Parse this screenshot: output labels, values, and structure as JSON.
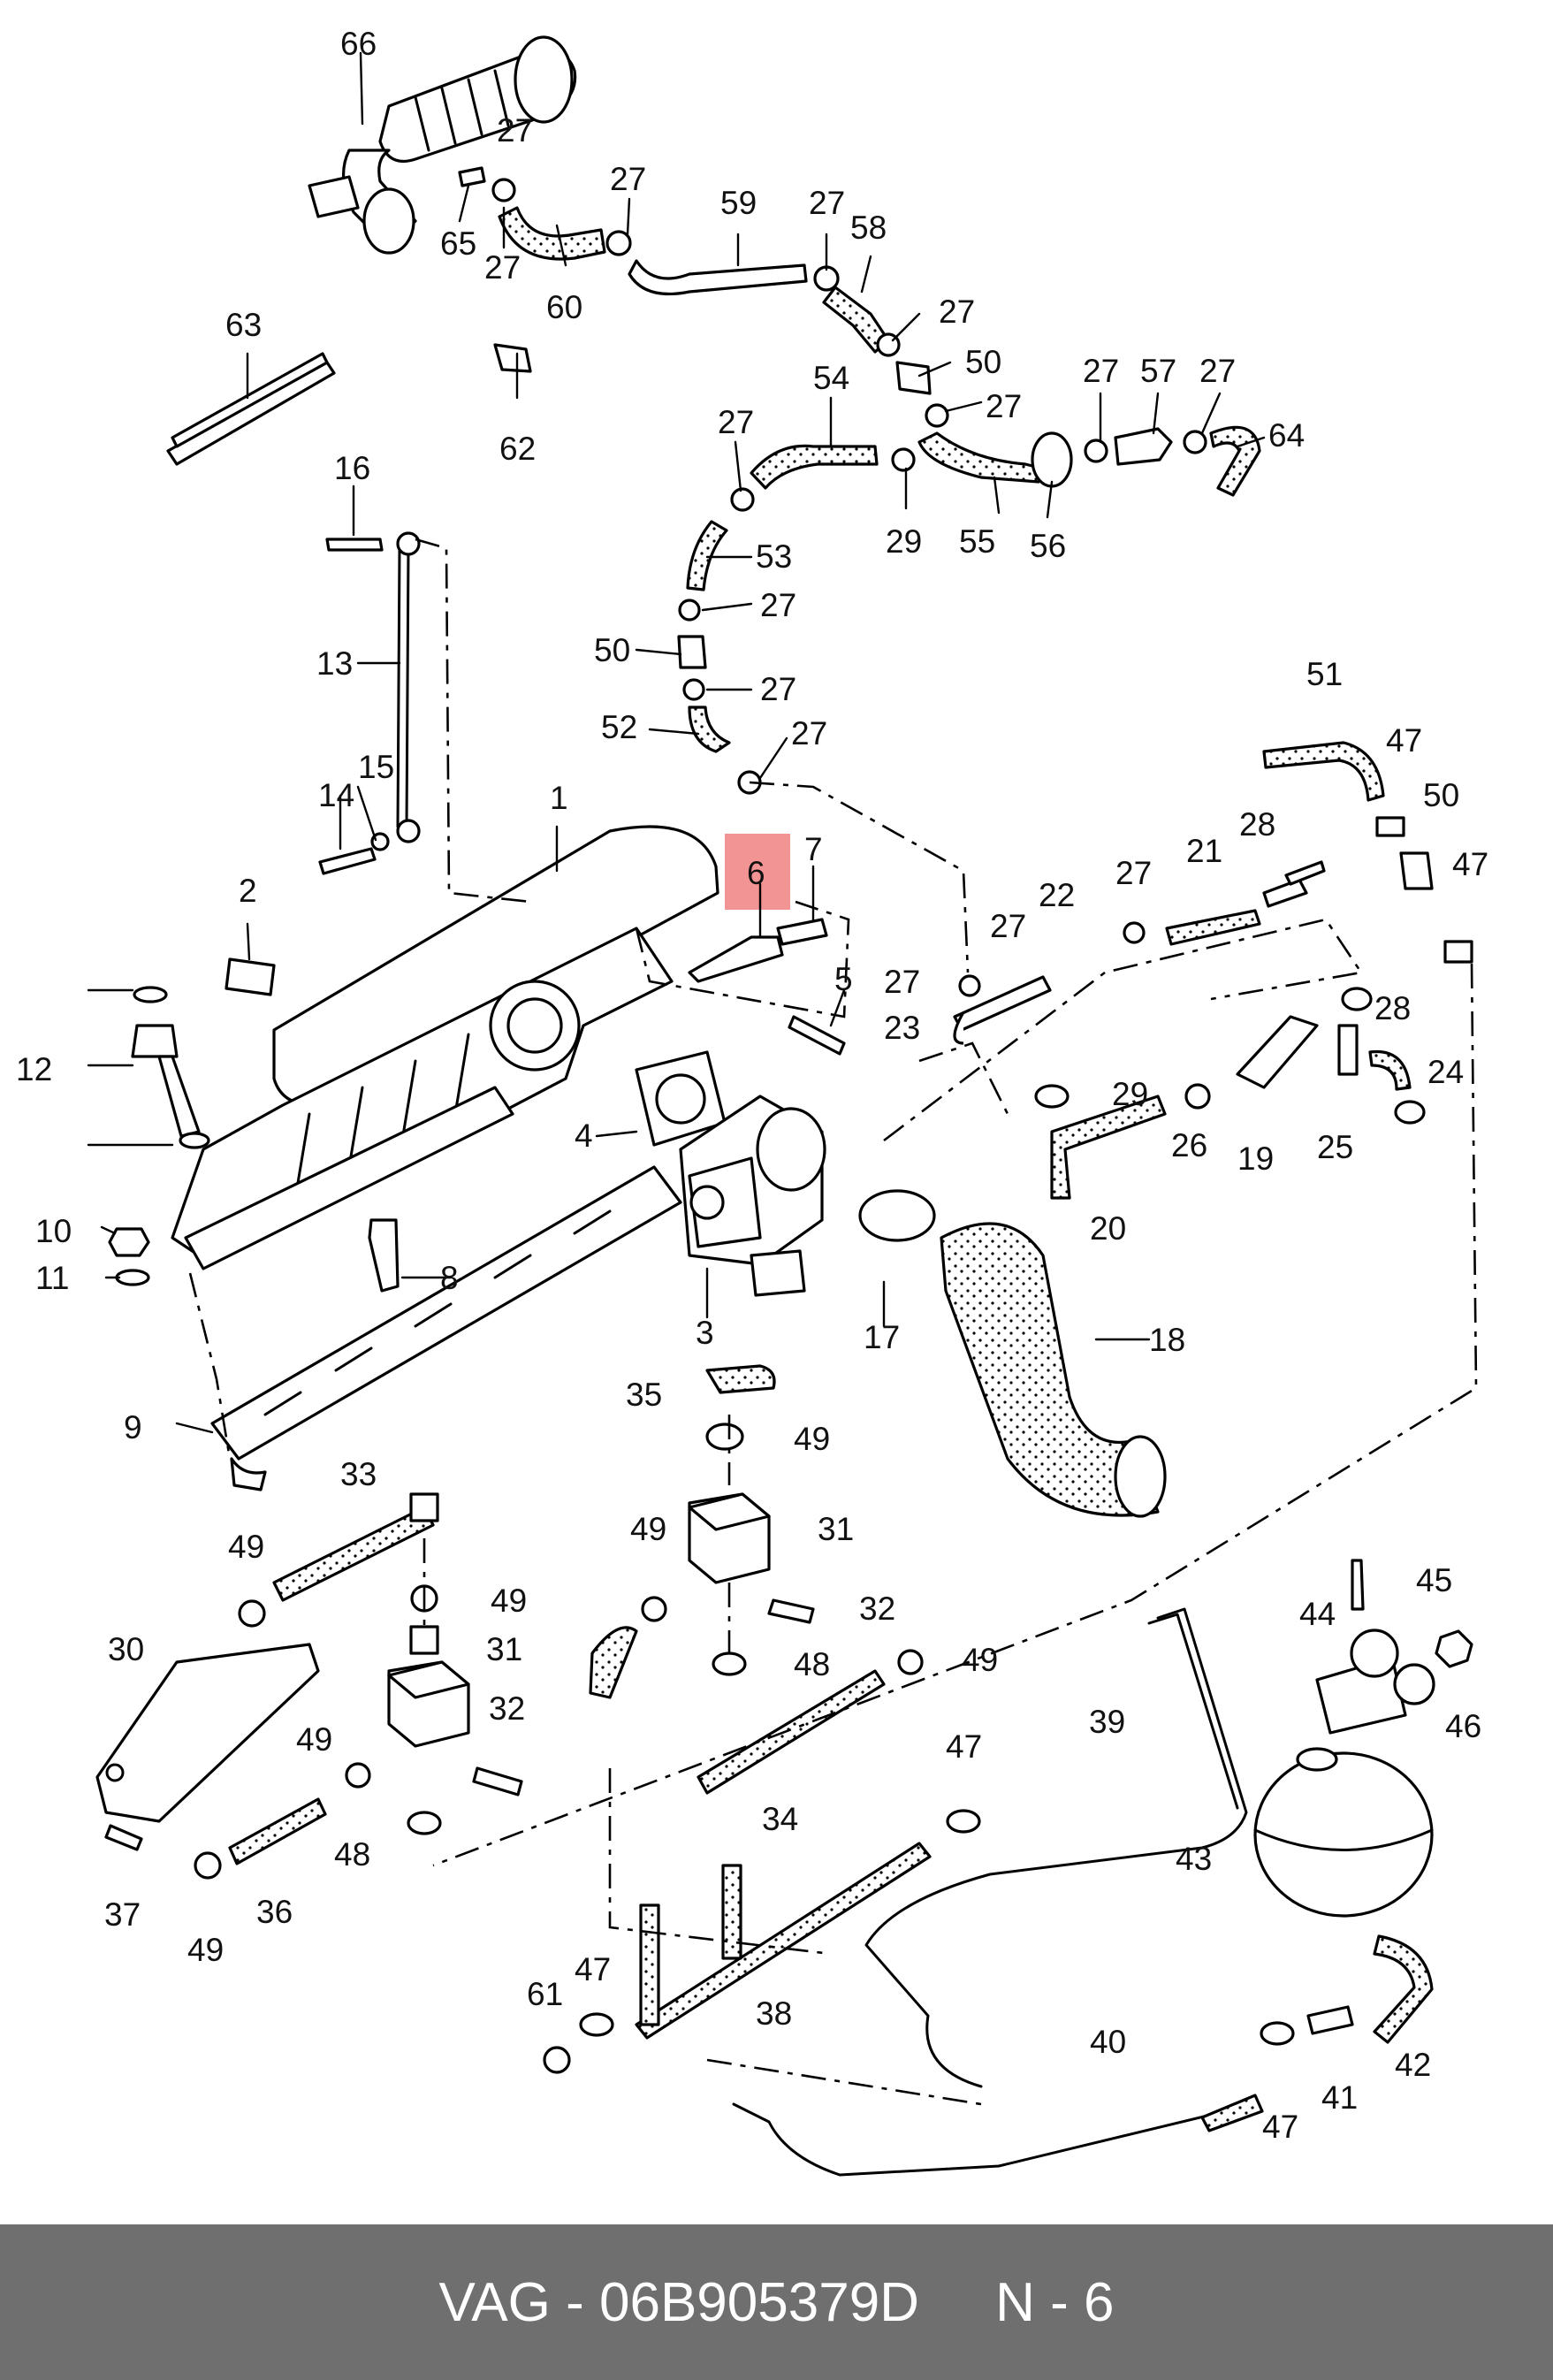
{
  "callouts": {
    "c1": "1",
    "c2": "2",
    "c3": "3",
    "c4": "4",
    "c5": "5",
    "c6": "6",
    "c7": "7",
    "c8": "8",
    "c9": "9",
    "c10": "10",
    "c11": "11",
    "c12": "12",
    "c13": "13",
    "c14": "14",
    "c15": "15",
    "c16": "16",
    "c17": "17",
    "c18": "18",
    "c19": "19",
    "c20": "20",
    "c21": "21",
    "c22": "22",
    "c23": "23",
    "c24": "24",
    "c25": "25",
    "c26": "26",
    "c27": "27",
    "c28": "28",
    "c29": "29",
    "c30": "30",
    "c31": "31",
    "c32": "32",
    "c33": "33",
    "c34": "34",
    "c35": "35",
    "c36": "36",
    "c37": "37",
    "c38": "38",
    "c39": "39",
    "c40": "40",
    "c41": "41",
    "c42": "42",
    "c43": "43",
    "c44": "44",
    "c45": "45",
    "c46": "46",
    "c47": "47",
    "c48": "48",
    "c49": "49",
    "c50": "50",
    "c51": "51",
    "c52": "52",
    "c53": "53",
    "c54": "54",
    "c55": "55",
    "c56": "56",
    "c57": "57",
    "c58": "58",
    "c59": "59",
    "c60": "60",
    "c61": "61",
    "c62": "62",
    "c63": "63",
    "c64": "64",
    "c65": "65",
    "c66": "66"
  },
  "highlighted_callout": "6",
  "highlight_color": "#f07d7d",
  "footer": {
    "text": "VAG - 06B905379D     N - 6",
    "background": "#6f6f6f",
    "color": "#ffffff"
  }
}
